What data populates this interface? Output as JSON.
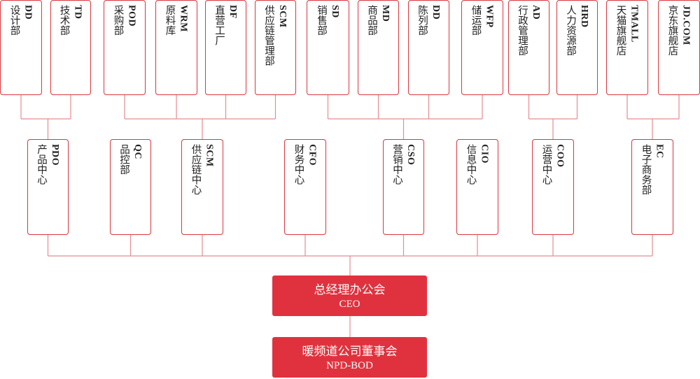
{
  "top_row": [
    {
      "cn": "设计部",
      "en": "DD"
    },
    {
      "cn": "技术部",
      "en": "TD"
    },
    {
      "cn": "采购部",
      "en": "POD"
    },
    {
      "cn": "原料库",
      "en": "WRM"
    },
    {
      "cn": "直营工厂",
      "en": "DF"
    },
    {
      "cn": "供应链管理部",
      "en": "SCM"
    },
    {
      "cn": "销售部",
      "en": "SD"
    },
    {
      "cn": "商品部",
      "en": "MD"
    },
    {
      "cn": "陈列部",
      "en": "DD"
    },
    {
      "cn": "储运部",
      "en": "WFP"
    },
    {
      "cn": "行政管理部",
      "en": "AD"
    },
    {
      "cn": "人力资源部",
      "en": "HRD"
    },
    {
      "cn": "天猫旗舰店",
      "en": "TMALL"
    },
    {
      "cn": "京东旗舰店",
      "en": "JD.COM"
    }
  ],
  "mid_row": [
    {
      "cn": "产品中心",
      "en": "PDO"
    },
    {
      "cn": "品控部",
      "en": "QC"
    },
    {
      "cn": "供应链中心",
      "en": "SCM"
    },
    {
      "cn": "财务中心",
      "en": "CFO"
    },
    {
      "cn": "营销中心",
      "en": "CSO"
    },
    {
      "cn": "信息中心",
      "en": "CIO"
    },
    {
      "cn": "运营中心",
      "en": "COO"
    },
    {
      "cn": "电子商务部",
      "en": "EC"
    }
  ],
  "ceo": {
    "cn": "总经理办公会",
    "en": "CEO"
  },
  "board": {
    "cn": "暖频道公司董事会",
    "en": "NPD-BOD"
  }
}
